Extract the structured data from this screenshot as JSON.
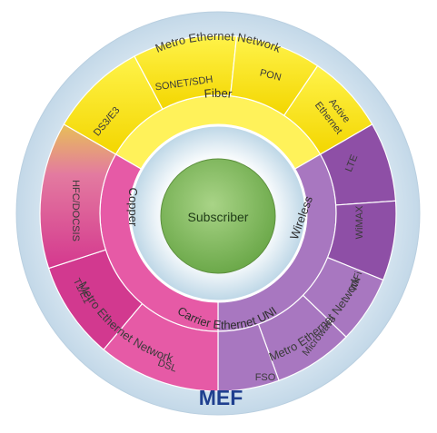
{
  "diagram": {
    "outer_labels": {
      "top": "Metro Ethernet Network",
      "left": "Metro Ethernet Network",
      "right": "Metro Ethernet Network"
    },
    "logo": "MEF",
    "center": {
      "label": "Subscriber"
    },
    "uni_ring": {
      "label": "Carrier Ethernet UNI"
    },
    "categories": {
      "fiber": "Fiber",
      "copper": "Copper",
      "wireless": "Wireless"
    },
    "segments": {
      "sonet": "SONET/SDH",
      "pon": "PON",
      "active_ethernet_line1": "Active",
      "active_ethernet_line2": "Ethernet",
      "ds3": "DS3/E3",
      "hfc": "HFC/DOCSIS",
      "t1e1": "T1/E1",
      "dsl": "DSL",
      "fso": "FSO",
      "microwave": "Microwave",
      "wifi": "WiFi",
      "wimax": "WiMAX",
      "lte": "LTE"
    },
    "colors": {
      "fiber": "#f7e21a",
      "fiber_light": "#fff25a",
      "copper": "#d2398f",
      "copper_light": "#e65aa6",
      "wireless": "#8e4fa6",
      "wireless_light": "#a877c0",
      "uni_ring": "#e2eef6",
      "subscriber": "#8fc46a",
      "outer_ring": "#d5e6f1",
      "mef_blue": "#1f3f8f"
    }
  }
}
